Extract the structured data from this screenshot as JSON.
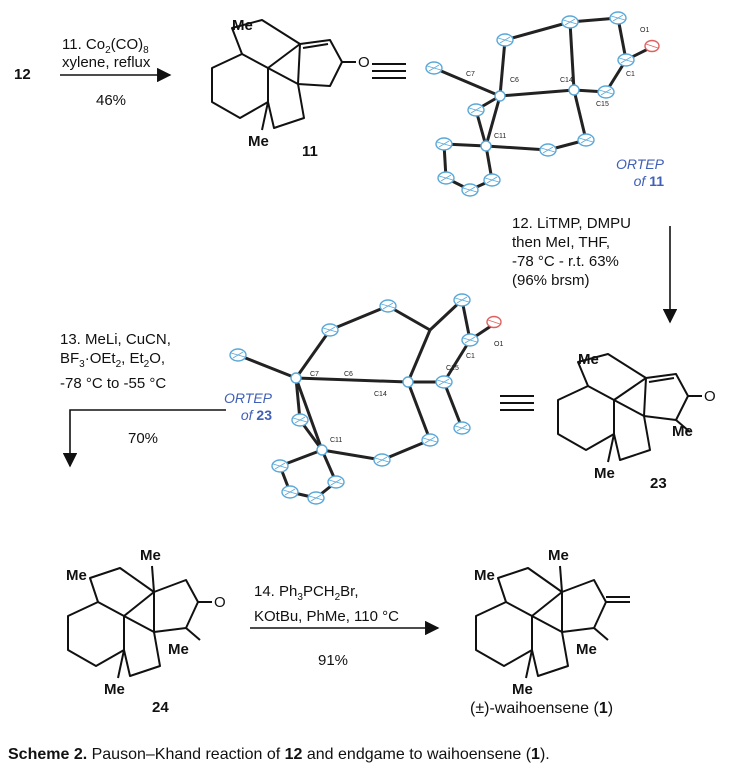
{
  "step11": {
    "start": "12",
    "line1": "11. Co",
    "sub1": "2",
    "line1b": "(CO)",
    "sub1b": "8",
    "line2": "xylene, reflux",
    "yield": "46%"
  },
  "cmpd11": {
    "me_top": "Me",
    "me_bottom": "Me",
    "o": "O",
    "label": "11"
  },
  "ortep11": {
    "line1": "ORTEP",
    "line2_pre": "of ",
    "line2_num": "11",
    "atoms": {
      "o1": "O1",
      "c1": "C1",
      "c15": "C15",
      "c14": "C14",
      "c6": "C6",
      "c7": "C7",
      "c11": "C11"
    }
  },
  "step12": {
    "l1": "12. LiTMP, DMPU",
    "l2": "then MeI, THF,",
    "l3": "-78 °C - r.t. 63%",
    "l4": "(96% brsm)"
  },
  "cmpd23": {
    "me_top": "Me",
    "me_right": "Me",
    "me_bottom": "Me",
    "o": "O",
    "label": "23"
  },
  "ortep23": {
    "line1": "ORTEP",
    "line2_pre": "of ",
    "line2_num": "23",
    "atoms": {
      "o1": "O1",
      "c1": "C1",
      "c15": "C15",
      "c14": "C14",
      "c6": "C6",
      "c7": "C7",
      "c11": "C11"
    }
  },
  "step13": {
    "l1": "13. MeLi, CuCN,",
    "l2a": "BF",
    "l2s": "3",
    "l2b": "·OEt",
    "l2s2": "2",
    "l2c": ", Et",
    "l2s3": "2",
    "l2d": "O,",
    "l3": "-78 °C to -55 °C",
    "yield": "70%"
  },
  "cmpd24": {
    "me_top": "Me",
    "me_left": "Me",
    "me_right": "Me",
    "me_bottom": "Me",
    "o": "O",
    "label": "24"
  },
  "step14": {
    "l1a": "14. Ph",
    "l1s": "3",
    "l1b": "PCH",
    "l1s2": "2",
    "l1c": "Br,",
    "l2": "KOtBu, PhMe, 110 °C",
    "yield": "91%"
  },
  "cmpd1": {
    "me_top": "Me",
    "me_left": "Me",
    "me_right": "Me",
    "me_bottom": "Me",
    "name_pre": "(±)-waihoensene (",
    "name_num": "1",
    "name_post": ")"
  },
  "caption": {
    "lead": "Scheme 2.",
    "t1": " Pauson–Khand reaction of ",
    "n1": "12",
    "t2": " and endgame to waihoensene (",
    "n2": "1",
    "t3": ")."
  },
  "colors": {
    "ortep_label": "#3f5fb8",
    "ellipsoid": "#5aa8d8",
    "oxygen": "#e06060"
  }
}
